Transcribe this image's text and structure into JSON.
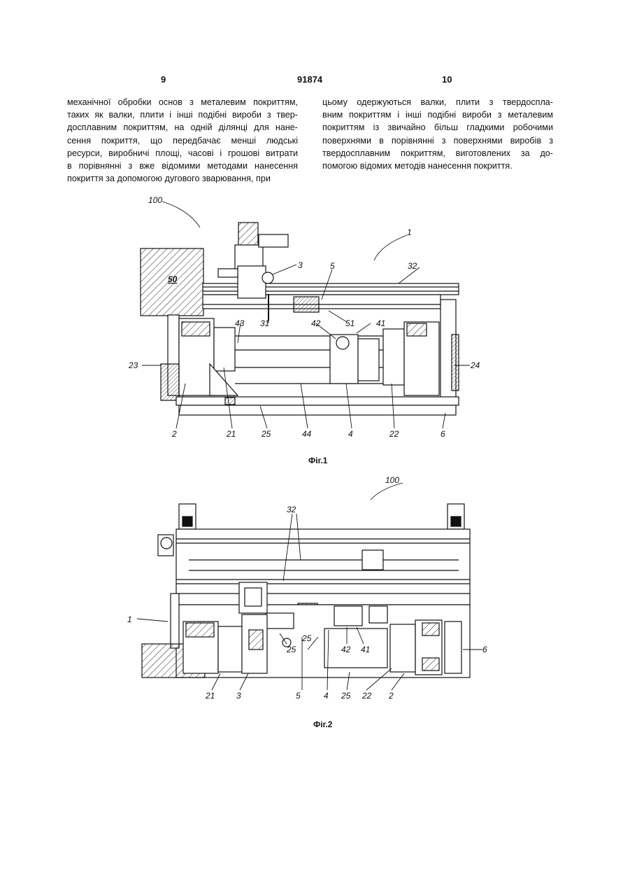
{
  "header": {
    "left_page": "9",
    "patent_no": "91874",
    "right_page": "10"
  },
  "left_column": [
    "механічної обробки основ з металевим покриттям,",
    "таких як валки, плити і інші подібні вироби з твер-",
    "досплавним покриттям, на одній ділянці для нане-",
    "сення покриття, що передбачає менші людські",
    "ресурси, виробничі площі, часові і грошові витрати",
    "в порівнянні з вже відомими методами нанесення",
    "покриття за допомогою дугового зварювання, при"
  ],
  "right_column": [
    "цьому одержуються валки, плити з твердоспла-",
    "вним покриттям і інші подібні вироби з металевим",
    "покриттям із звичайно більш гладкими робочими",
    "поверхнями в порівнянні з поверхнями виробів з",
    "твердосплавним покриттям, виготовлених за до-",
    "помогою відомих методів нанесення покриття."
  ],
  "fig1": {
    "caption": "Фіг.1",
    "labels": {
      "l100": "100",
      "l50": "50",
      "l3": "3",
      "l5": "5",
      "l1": "1",
      "l32": "32",
      "l31": "31",
      "l51": "51",
      "l42": "42",
      "l41": "41",
      "l43": "43",
      "l23": "23",
      "l24": "24",
      "l2": "2",
      "l21": "21",
      "l25": "25",
      "l44": "44",
      "l4": "4",
      "l22": "22",
      "l6": "6"
    }
  },
  "fig2": {
    "caption": "Фіг.2",
    "labels": {
      "l100": "100",
      "l32": "32",
      "l1": "1",
      "l25a": "25",
      "l25b": "25",
      "l42": "42",
      "l41": "41",
      "l6": "6",
      "l21": "21",
      "l3": "3",
      "l5": "5",
      "l4": "4",
      "l25c": "25",
      "l22": "22",
      "l2": "2"
    }
  }
}
